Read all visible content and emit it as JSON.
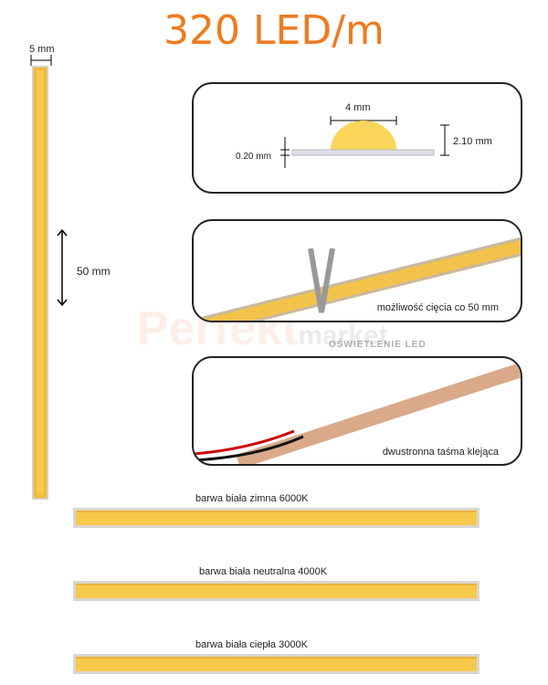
{
  "title": "320 LED/m",
  "dims": {
    "width": "5 mm",
    "segment": "50 mm",
    "dome_width": "4 mm",
    "height": "2.10 mm",
    "pcb": "0.20 mm"
  },
  "panels": {
    "cut": "możliwość cięcia co 50 mm",
    "tape": "dwustronna taśma klejąca"
  },
  "variants": [
    "barwa biała zimna 6000K",
    "barwa biała neutralna 4000K",
    "barwa biała ciepła 3000K"
  ],
  "watermark": {
    "brand": "Perfekt",
    "brand2": "market",
    "sub": "OŚWIETLENIE LED"
  },
  "colors": {
    "title": "#f07a1e",
    "led": "#f6c94a"
  }
}
